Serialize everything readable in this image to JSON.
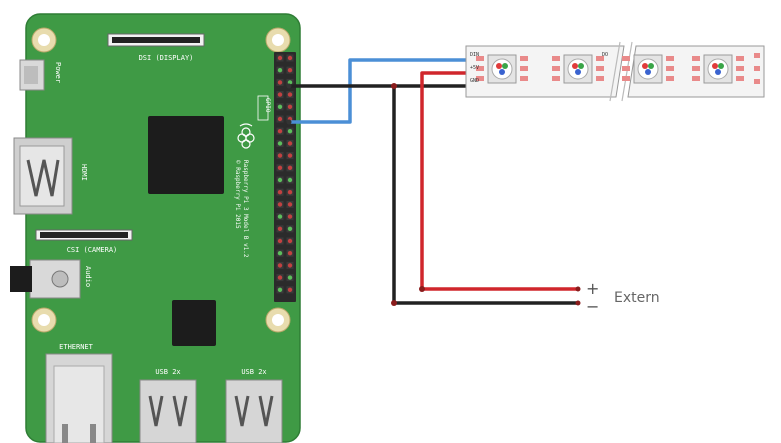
{
  "board": {
    "dsi_label": "DSI (DISPLAY)",
    "power_label": "Power",
    "hdmi_label": "HDMI",
    "csi_label": "CSI (CAMERA)",
    "audio_label": "Audio",
    "ethernet_label": "ETHERNET",
    "usb_left_label": "USB 2x",
    "usb_right_label": "USB 2x",
    "gpio_label": "GPIO",
    "model_line1": "Raspberry Pi 3 Model B v1.2",
    "model_line2": "© Raspberry Pi 2015"
  },
  "strip": {
    "pin_din": "DIN",
    "pin_5v": "+5V",
    "pin_gnd": "GND",
    "pin_do": "DO"
  },
  "extern": {
    "plus": "+",
    "minus": "−",
    "label": "Extern"
  },
  "colors": {
    "pcb": "#3f9a45",
    "data_wire": "#4b8fd6",
    "power_wire": "#d0262c",
    "ground_wire": "#222222"
  }
}
